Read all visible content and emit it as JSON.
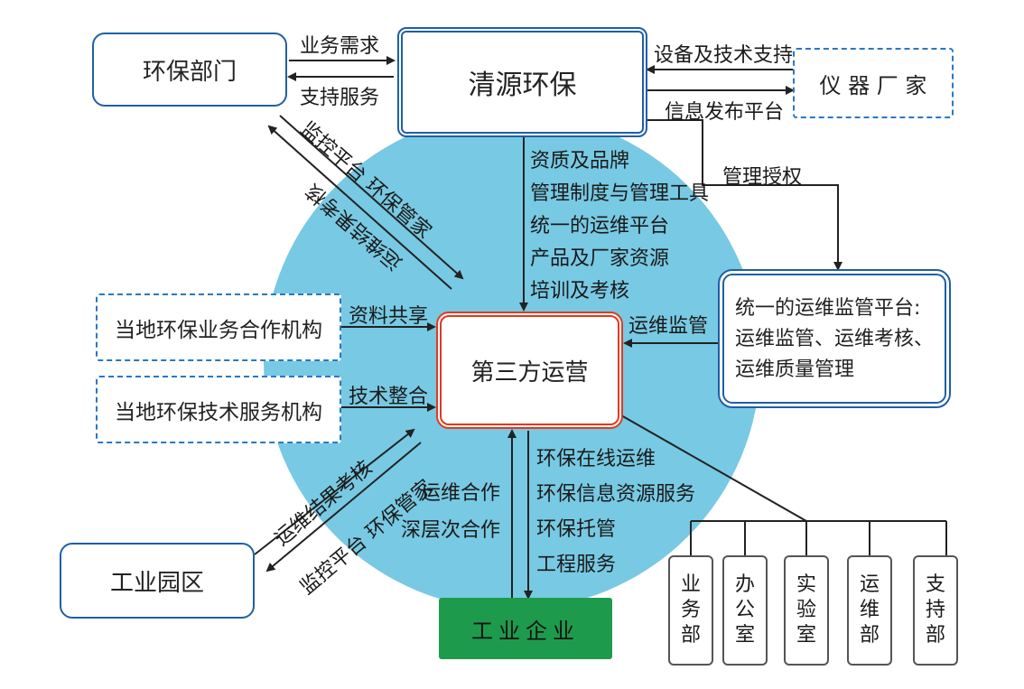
{
  "nodes": {
    "huanbao_bumen": "环保部门",
    "qingyuan": "清源环保",
    "yiqi": "仪 器 厂 家",
    "platform": [
      "统一的运维监管平台:",
      "运维监管、运维考核、",
      "运维质量管理"
    ],
    "local_coop": "当地环保业务合作机构",
    "local_tech": "当地环保技术服务机构",
    "third_party": "第三方运营",
    "park": "工业园区",
    "enterprise": "工业企业"
  },
  "labels": {
    "business_demand": "业务需求",
    "support_service": "支持服务",
    "equipment_support": "设备及技术支持",
    "info_platform": "信息发布平台",
    "management_auth": "管理授权",
    "qualification": [
      "资质及品牌",
      "管理制度与管理工具",
      "统一的运维平台",
      "产品及厂家资源",
      "培训及考核"
    ],
    "ops_supervision": "运维监管",
    "data_sharing": "资料共享",
    "tech_integration": "技术整合",
    "upper_diag_1": "监控平台  环保管家",
    "upper_diag_2": "运维结果考核",
    "lower_diag_1": "运维结果考核",
    "lower_diag_2": "监控平台  环保管家",
    "coop": [
      "运维合作",
      "深层次合作"
    ],
    "services": [
      "环保在线运维",
      "环保信息资源服务",
      "环保托管",
      "工程服务"
    ]
  },
  "departments": [
    {
      "name": "业务部",
      "chars": [
        "业",
        "务",
        "部"
      ]
    },
    {
      "name": "办公室",
      "chars": [
        "办",
        "公",
        "室"
      ]
    },
    {
      "name": "实验室",
      "chars": [
        "实",
        "验",
        "室"
      ]
    },
    {
      "name": "运维部",
      "chars": [
        "运",
        "维",
        "部"
      ]
    },
    {
      "name": "支持部",
      "chars": [
        "支",
        "持",
        "部"
      ]
    }
  ],
  "colors": {
    "circle": "#78c9e3",
    "blue_border": "#1f5fa8",
    "red_border": "#e03a1e",
    "enterprise_fill": "#1e9a4c"
  }
}
